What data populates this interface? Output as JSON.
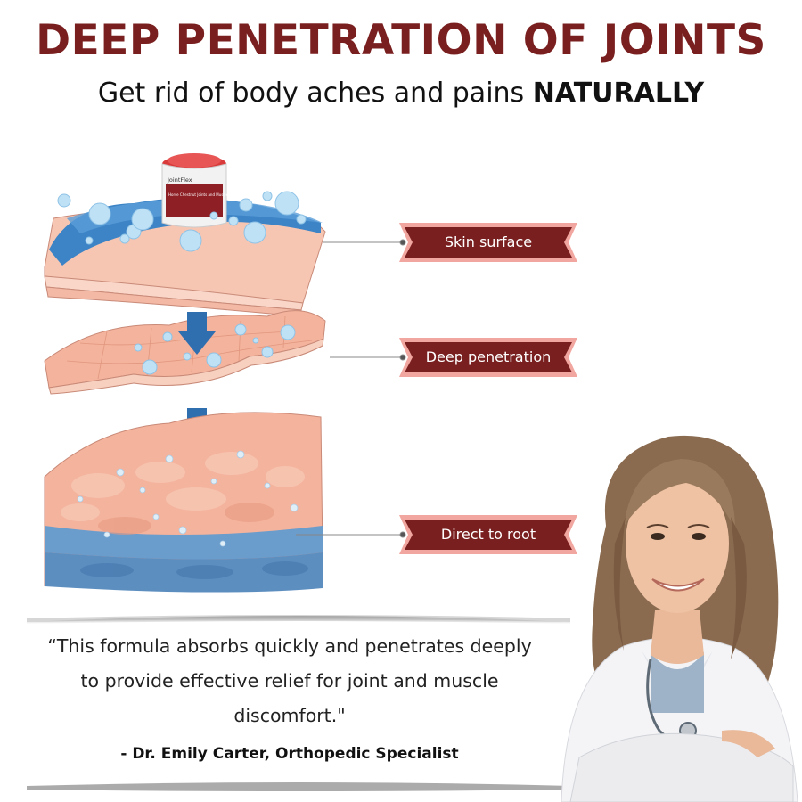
{
  "header": {
    "title": "DEEP PENETRATION OF JOINTS",
    "subtitle_lead": "Get rid of body aches and pains ",
    "subtitle_emphasis": "NATURALLY"
  },
  "product": {
    "brand": "JointFlex",
    "name": "Horse Chestnut Joints and Muscles"
  },
  "layers": [
    {
      "label": "Skin surface"
    },
    {
      "label": "Deep penetration"
    },
    {
      "label": "Direct to root"
    }
  ],
  "testimonial": {
    "quote": "“This formula absorbs quickly and penetrates deeply to provide effective relief for joint and muscle discomfort.\"",
    "attribution": "- Dr. Emily Carter, Orthopedic Specialist"
  },
  "colors": {
    "headline": "#7a1f1f",
    "badge_dark": "#7a1f1f",
    "badge_light": "#f1a7a0",
    "skin_blue": "#3c84c6",
    "tissue_pink": "#f2a98f",
    "arrow_blue": "#2f6fb0"
  }
}
